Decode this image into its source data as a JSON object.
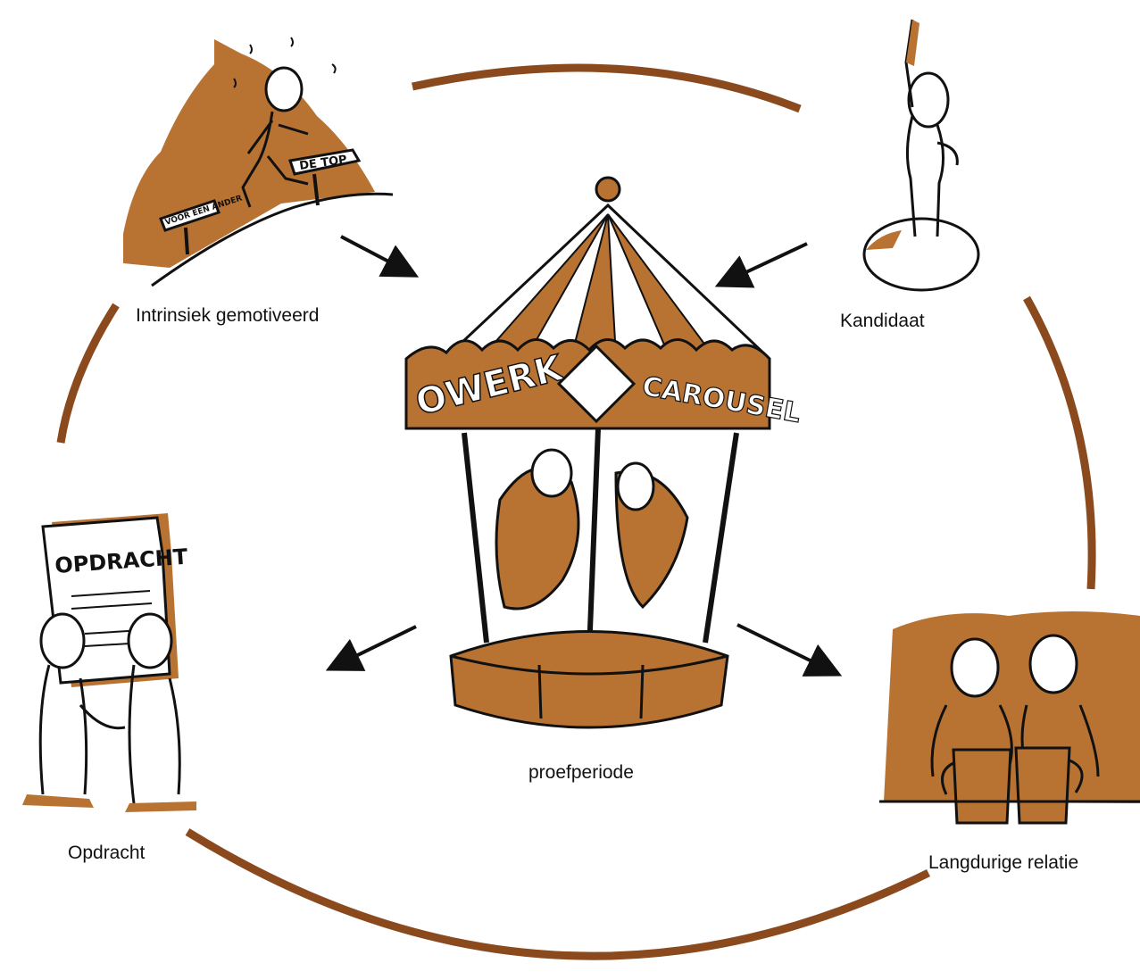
{
  "colors": {
    "brown": "#8b4a1e",
    "fill": "#b87333",
    "ink": "#111111",
    "background": "#ffffff"
  },
  "nodes": {
    "intrinsiek": {
      "label": "Intrinsiek gemotiveerd",
      "icon": "running-climber-illustration"
    },
    "kandidaat": {
      "label": "Kandidaat",
      "icon": "pointing-man-illustration"
    },
    "proefperiode": {
      "label": "proefperiode",
      "icon": "carousel-illustration"
    },
    "opdracht": {
      "label": "Opdracht",
      "icon": "handshake-illustration"
    },
    "relatie": {
      "label": "Langdurige relatie",
      "icon": "coffee-mugs-illustration"
    }
  },
  "illustration_text": {
    "sign_top": "DE TOP",
    "sign_other": "VOOR EEN ANDER",
    "scroll_title": "OPDRACHT",
    "carousel_left": "OWERK",
    "carousel_right": "CAROUSEL"
  }
}
